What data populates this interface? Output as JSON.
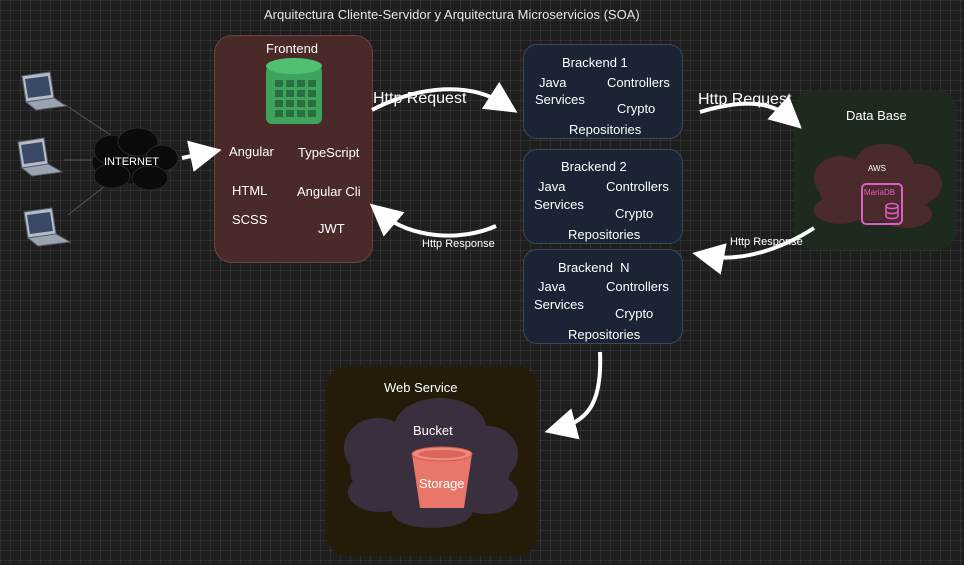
{
  "title": "Arquitectura Cliente-Servidor y Arquitectura Microservicios (SOA)",
  "internet": {
    "label": "INTERNET"
  },
  "frontend": {
    "title": "Frontend",
    "techs": [
      "Angular",
      "TypeScript",
      "HTML",
      "Angular Cli",
      "SCSS",
      "JWT"
    ]
  },
  "arrows": {
    "request_to_backend": "Http Request",
    "response_to_frontend": "Http Response",
    "request_to_db": "Http Request",
    "response_from_db": "Http Response"
  },
  "backends": [
    {
      "title": "Brackend 1",
      "java": "Java",
      "services": "Services",
      "controllers": "Controllers",
      "crypto": "Crypto",
      "repositories": "Repositories"
    },
    {
      "title": "Brackend 2",
      "java": "Java",
      "services": "Services",
      "controllers": "Controllers",
      "crypto": "Crypto",
      "repositories": "Repositories"
    },
    {
      "title": "Brackend  N",
      "java": "Java",
      "services": "Services",
      "controllers": "Controllers",
      "crypto": "Crypto",
      "repositories": "Repositories"
    }
  ],
  "database": {
    "title": "Data Base",
    "cloud_label": "AWS",
    "engine": "MariaDB"
  },
  "webservice": {
    "title": "Web Service",
    "bucket": "Bucket",
    "storage": "Storage"
  },
  "colors": {
    "frontend_bg": "#4a2a28",
    "backend_bg": "#1a2434",
    "database_bg": "#1f2a1f",
    "webservice_bg": "#241c08",
    "db_cloud": "#4a2a2a",
    "ws_cloud": "#3a2f3e",
    "mariadb_accent": "#e05cc8",
    "storage_bucket": "#e8776a",
    "grid_bg": "#1e1e1e"
  }
}
